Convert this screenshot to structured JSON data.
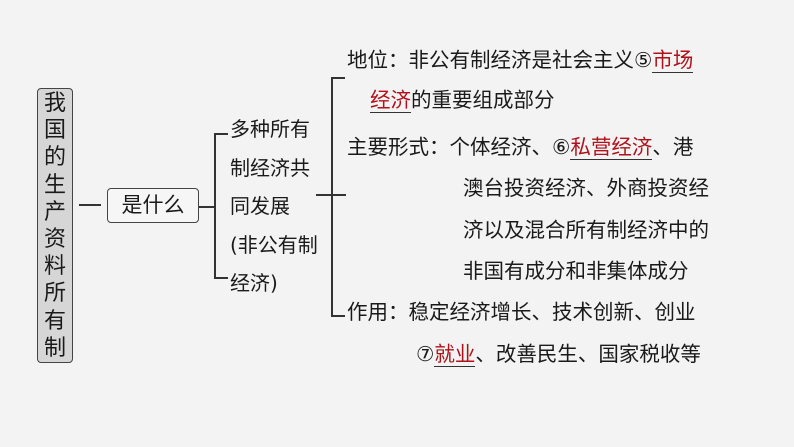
{
  "root": {
    "chars": [
      "我",
      "国",
      "的",
      "生",
      "产",
      "资",
      "料",
      "所",
      "有",
      "制"
    ]
  },
  "node": {
    "label": "是什么"
  },
  "middle": {
    "lines": [
      "多种所有",
      "制经济共",
      "同发展",
      "(非公有制",
      "经济)"
    ]
  },
  "status": {
    "prefix": "地位：非公有制经济是社会主义⑤",
    "answer_a": "市场",
    "answer_b": "经济",
    "suffix": "的重要组成部分"
  },
  "forms": {
    "prefix": "主要形式：个体经济、⑥",
    "answer": "私营经济",
    "suffix": "、港",
    "lines": [
      "澳台投资经济、外商投资经",
      "济以及混合所有制经济中的",
      "非国有成分和非集体成分"
    ]
  },
  "role": {
    "line1": "作用：稳定经济增长、技术创新、创业",
    "num": "⑦",
    "answer": "就业",
    "suffix": "、改善民生、国家税收等"
  },
  "colors": {
    "answer": "#b0121b"
  }
}
